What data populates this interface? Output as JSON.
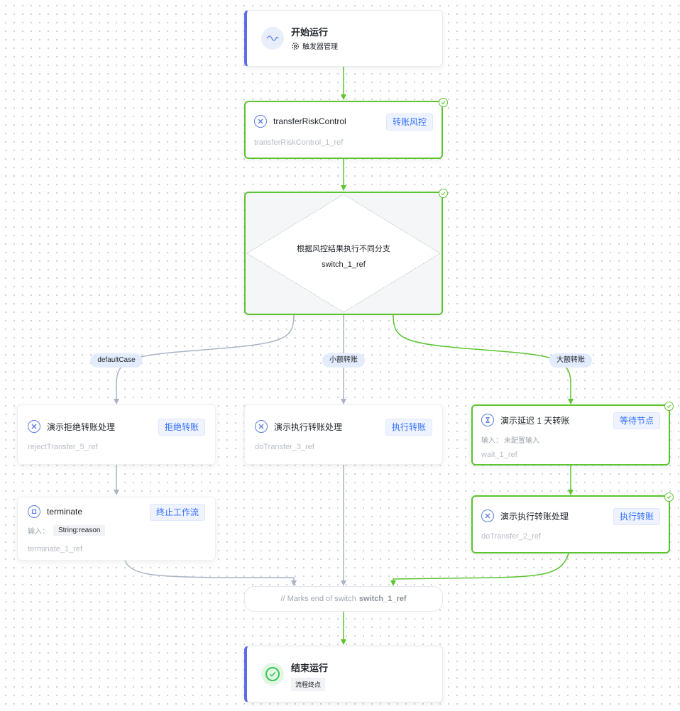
{
  "start": {
    "title": "开始运行",
    "trigger_label": "触发器管理"
  },
  "nodes": {
    "risk": {
      "name": "transferRiskControl",
      "tag": "转账风控",
      "ref": "transferRiskControl_1_ref"
    },
    "switch": {
      "label": "根据风控结果执行不同分支",
      "ref": "switch_1_ref"
    },
    "reject": {
      "name": "演示拒绝转账处理",
      "tag": "拒绝转账",
      "ref": "rejectTransfer_5_ref"
    },
    "terminate": {
      "name": "terminate",
      "tag": "终止工作流",
      "input_label": "输入：",
      "input_value": "String:reason",
      "ref": "terminate_1_ref"
    },
    "doTransfer3": {
      "name": "演示执行转账处理",
      "tag": "执行转账",
      "ref": "doTransfer_3_ref"
    },
    "wait": {
      "name": "演示延迟 1 天转账",
      "tag": "等待节点",
      "input_label": "输入：",
      "input_value": "未配置输入",
      "ref": "wait_1_ref"
    },
    "doTransfer2": {
      "name": "演示执行转账处理",
      "tag": "执行转账",
      "ref": "doTransfer_2_ref"
    }
  },
  "cases": {
    "default": "defaultCase",
    "small": "小额转账",
    "large": "大额转账"
  },
  "end_switch": {
    "prefix": "// Marks end of switch",
    "ref": "switch_1_ref"
  },
  "end": {
    "title": "结束运行",
    "subtitle": "流程终点"
  },
  "colors": {
    "success": "#5cc42f",
    "pending": "#a9b4c6",
    "accent": "#3370ff",
    "terminal_bar": "#5b6ee8"
  }
}
